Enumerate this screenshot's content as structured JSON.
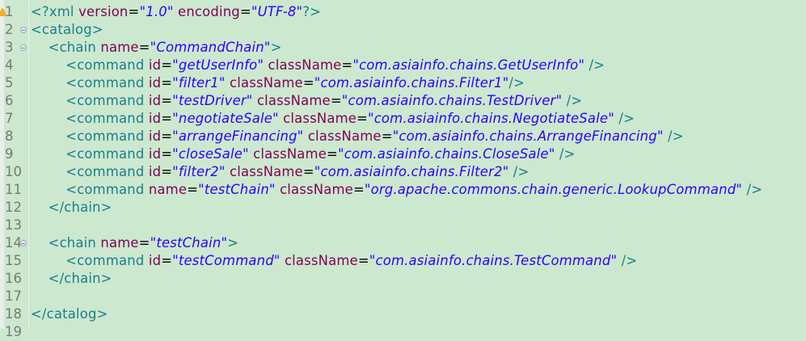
{
  "editor": {
    "background": "#cce8cf",
    "colors": {
      "tag": "#17808a",
      "attribute": "#7f0055",
      "value": "#2a00ff",
      "line_number": "#787878"
    },
    "warning_marker_line": 1,
    "lines": [
      {
        "n": "1",
        "fold": false,
        "indent": "",
        "tokens": [
          [
            "t",
            "<?"
          ],
          [
            "t",
            "xml "
          ],
          [
            "a",
            "version"
          ],
          [
            "p",
            "="
          ],
          [
            "v",
            "\"1.0\""
          ],
          [
            "p",
            " "
          ],
          [
            "a",
            "encoding"
          ],
          [
            "p",
            "="
          ],
          [
            "v",
            "\"UTF-8\""
          ],
          [
            "t",
            "?>"
          ]
        ]
      },
      {
        "n": "2",
        "fold": true,
        "indent": "",
        "tokens": [
          [
            "t",
            "<catalog>"
          ]
        ]
      },
      {
        "n": "3",
        "fold": true,
        "indent": "    ",
        "tokens": [
          [
            "t",
            "<chain "
          ],
          [
            "a",
            "name"
          ],
          [
            "p",
            "="
          ],
          [
            "v",
            "\"CommandChain\""
          ],
          [
            "t",
            ">"
          ]
        ]
      },
      {
        "n": "4",
        "fold": false,
        "indent": "        ",
        "tokens": [
          [
            "t",
            "<command "
          ],
          [
            "a",
            "id"
          ],
          [
            "p",
            "="
          ],
          [
            "v",
            "\"getUserInfo\""
          ],
          [
            "p",
            " "
          ],
          [
            "a",
            "className"
          ],
          [
            "p",
            "="
          ],
          [
            "v",
            "\"com.asiainfo.chains.GetUserInfo\""
          ],
          [
            "p",
            " "
          ],
          [
            "t",
            "/>"
          ]
        ]
      },
      {
        "n": "5",
        "fold": false,
        "indent": "        ",
        "tokens": [
          [
            "t",
            "<command "
          ],
          [
            "a",
            "id"
          ],
          [
            "p",
            "="
          ],
          [
            "v",
            "\"filter1\""
          ],
          [
            "p",
            " "
          ],
          [
            "a",
            "className"
          ],
          [
            "p",
            "="
          ],
          [
            "v",
            "\"com.asiainfo.chains.Filter1\""
          ],
          [
            "t",
            "/>"
          ]
        ]
      },
      {
        "n": "6",
        "fold": false,
        "indent": "        ",
        "tokens": [
          [
            "t",
            "<command "
          ],
          [
            "a",
            "id"
          ],
          [
            "p",
            "="
          ],
          [
            "v",
            "\"testDriver\""
          ],
          [
            "p",
            " "
          ],
          [
            "a",
            "className"
          ],
          [
            "p",
            "="
          ],
          [
            "v",
            "\"com.asiainfo.chains.TestDriver\""
          ],
          [
            "p",
            " "
          ],
          [
            "t",
            "/>"
          ]
        ]
      },
      {
        "n": "7",
        "fold": false,
        "indent": "        ",
        "tokens": [
          [
            "t",
            "<command "
          ],
          [
            "a",
            "id"
          ],
          [
            "p",
            "="
          ],
          [
            "v",
            "\"negotiateSale\""
          ],
          [
            "p",
            " "
          ],
          [
            "a",
            "className"
          ],
          [
            "p",
            "="
          ],
          [
            "v",
            "\"com.asiainfo.chains.NegotiateSale\""
          ],
          [
            "p",
            " "
          ],
          [
            "t",
            "/>"
          ]
        ]
      },
      {
        "n": "8",
        "fold": false,
        "indent": "        ",
        "tokens": [
          [
            "t",
            "<command "
          ],
          [
            "a",
            "id"
          ],
          [
            "p",
            "="
          ],
          [
            "v",
            "\"arrangeFinancing\""
          ],
          [
            "p",
            " "
          ],
          [
            "a",
            "className"
          ],
          [
            "p",
            "="
          ],
          [
            "v",
            "\"com.asiainfo.chains.ArrangeFinancing\""
          ],
          [
            "p",
            " "
          ],
          [
            "t",
            "/>"
          ]
        ]
      },
      {
        "n": "9",
        "fold": false,
        "indent": "        ",
        "tokens": [
          [
            "t",
            "<command "
          ],
          [
            "a",
            "id"
          ],
          [
            "p",
            "="
          ],
          [
            "v",
            "\"closeSale\""
          ],
          [
            "p",
            " "
          ],
          [
            "a",
            "className"
          ],
          [
            "p",
            "="
          ],
          [
            "v",
            "\"com.asiainfo.chains.CloseSale\""
          ],
          [
            "p",
            " "
          ],
          [
            "t",
            "/>"
          ]
        ]
      },
      {
        "n": "10",
        "fold": false,
        "indent": "        ",
        "tokens": [
          [
            "t",
            "<command "
          ],
          [
            "a",
            "id"
          ],
          [
            "p",
            "="
          ],
          [
            "v",
            "\"filter2\""
          ],
          [
            "p",
            " "
          ],
          [
            "a",
            "className"
          ],
          [
            "p",
            "="
          ],
          [
            "v",
            "\"com.asiainfo.chains.Filter2\""
          ],
          [
            "p",
            " "
          ],
          [
            "t",
            "/>"
          ]
        ]
      },
      {
        "n": "11",
        "fold": false,
        "indent": "        ",
        "tokens": [
          [
            "t",
            "<command "
          ],
          [
            "a",
            "name"
          ],
          [
            "p",
            "="
          ],
          [
            "v",
            "\"testChain\""
          ],
          [
            "p",
            " "
          ],
          [
            "a",
            "className"
          ],
          [
            "p",
            "="
          ],
          [
            "v",
            "\"org.apache.commons.chain.generic.LookupCommand\""
          ],
          [
            "p",
            " "
          ],
          [
            "t",
            "/>"
          ]
        ]
      },
      {
        "n": "12",
        "fold": false,
        "indent": "    ",
        "tokens": [
          [
            "t",
            "</chain>"
          ]
        ]
      },
      {
        "n": "13",
        "fold": false,
        "indent": "",
        "tokens": []
      },
      {
        "n": "14",
        "fold": true,
        "indent": "    ",
        "tokens": [
          [
            "t",
            "<chain "
          ],
          [
            "a",
            "name"
          ],
          [
            "p",
            "="
          ],
          [
            "v",
            "\"testChain\""
          ],
          [
            "t",
            ">"
          ]
        ]
      },
      {
        "n": "15",
        "fold": false,
        "indent": "        ",
        "tokens": [
          [
            "t",
            "<command "
          ],
          [
            "a",
            "id"
          ],
          [
            "p",
            "="
          ],
          [
            "v",
            "\"testCommand\""
          ],
          [
            "p",
            " "
          ],
          [
            "a",
            "className"
          ],
          [
            "p",
            "="
          ],
          [
            "v",
            "\"com.asiainfo.chains.TestCommand\""
          ],
          [
            "p",
            " "
          ],
          [
            "t",
            "/>"
          ]
        ]
      },
      {
        "n": "16",
        "fold": false,
        "indent": "    ",
        "tokens": [
          [
            "t",
            "</chain>"
          ]
        ]
      },
      {
        "n": "17",
        "fold": false,
        "indent": "",
        "tokens": []
      },
      {
        "n": "18",
        "fold": false,
        "indent": "",
        "tokens": [
          [
            "t",
            "</catalog>"
          ]
        ]
      },
      {
        "n": "19",
        "fold": false,
        "indent": "",
        "tokens": []
      }
    ]
  }
}
